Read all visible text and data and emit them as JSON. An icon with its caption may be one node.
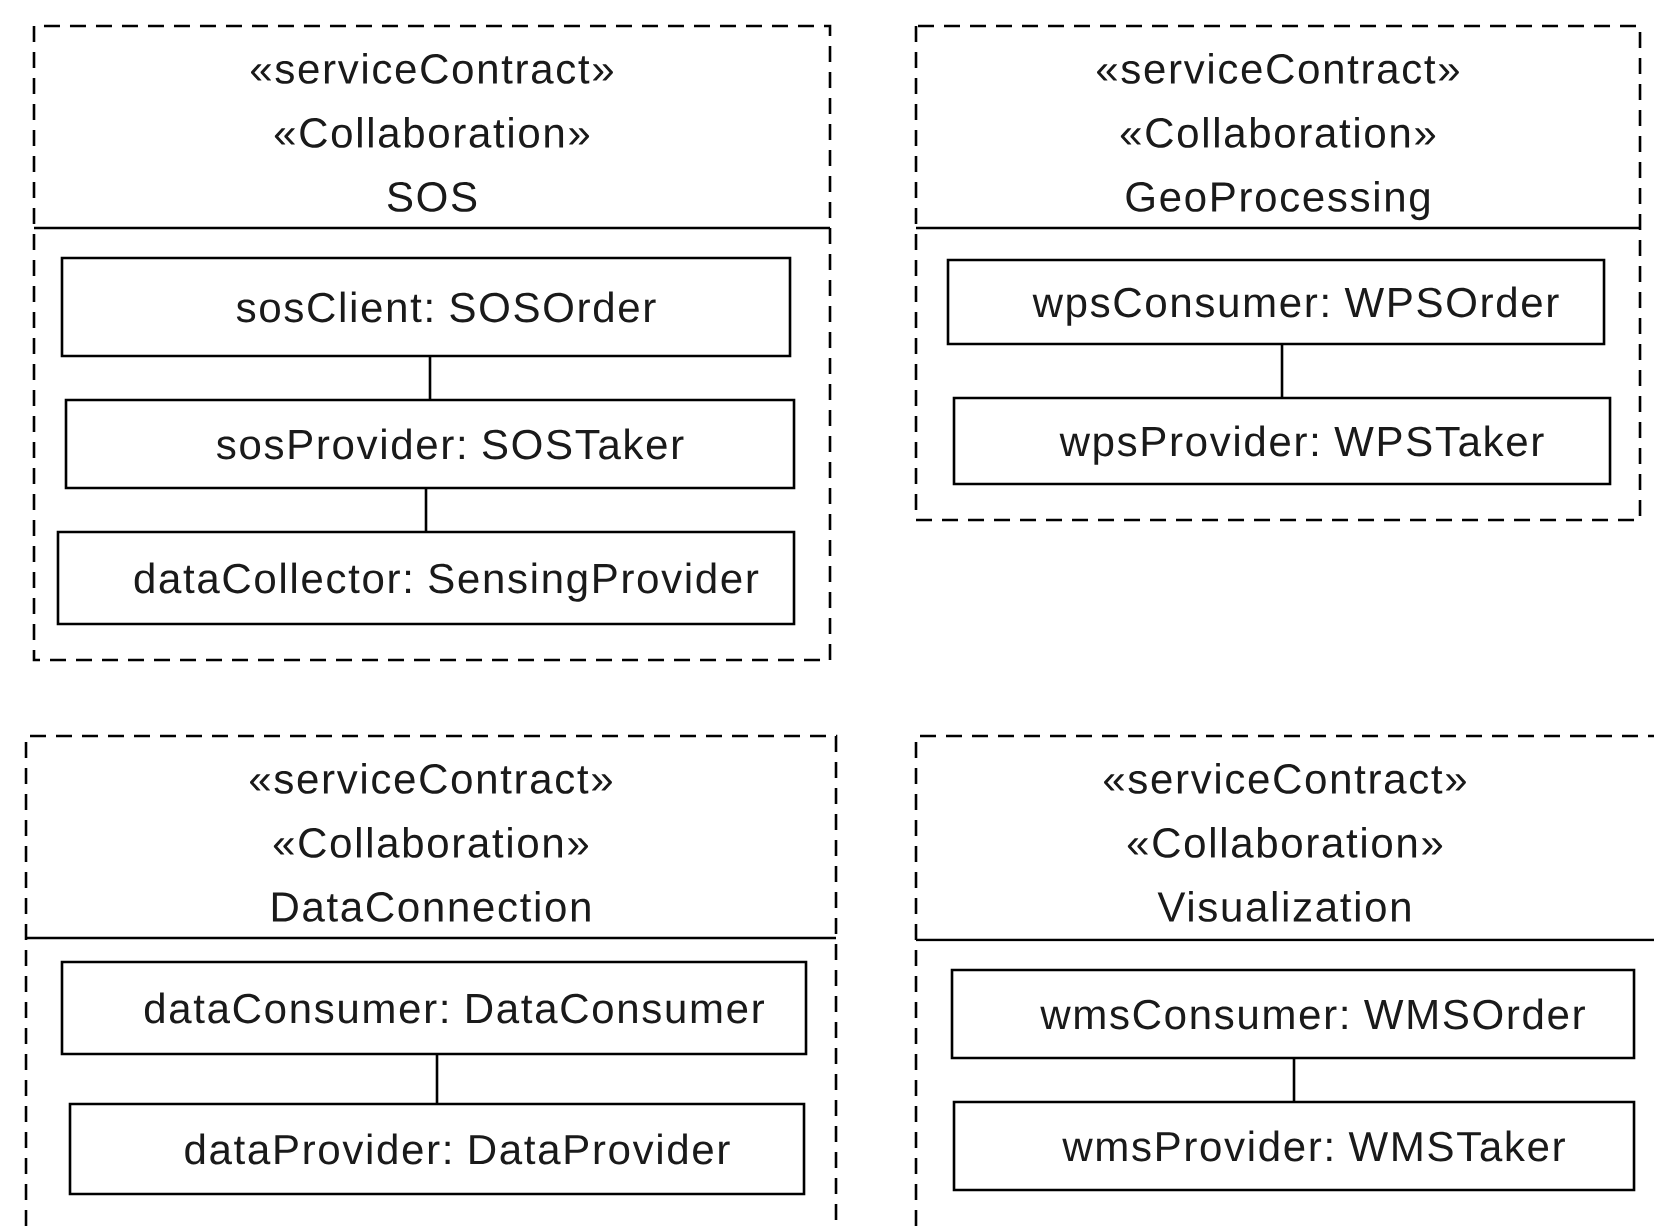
{
  "diagram": {
    "nodes": [
      {
        "text": [
          "«serviceContract»",
          "«Collaboration»",
          "SOS"
        ]
      },
      {
        "text": [
          "sosClient: SOSOrder"
        ],
        "in": 0
      },
      {
        "text": [
          "sosProvider: SOSTaker"
        ],
        "in": 0
      },
      {
        "text": [
          "dataCollector: SensingProvider"
        ],
        "in": 0
      },
      {
        "text": [
          "«serviceContract»",
          "«Collaboration»",
          "GeoProcessing"
        ]
      },
      {
        "text": [
          "wpsConsumer: WPSOrder"
        ],
        "in": 4
      },
      {
        "text": [
          "wpsProvider: WPSTaker"
        ],
        "in": 4
      },
      {
        "text": [
          "«serviceContract»",
          "«Collaboration»",
          "DataConnection"
        ]
      },
      {
        "text": [
          "dataConsumer: DataConsumer"
        ],
        "in": 7
      },
      {
        "text": [
          "dataProvider: DataProvider"
        ],
        "in": 7
      },
      {
        "text": [
          "«serviceContract»",
          "«Collaboration»",
          "Visualization"
        ]
      },
      {
        "text": [
          "wmsConsumer: WMSOrder"
        ],
        "in": 10
      },
      {
        "text": [
          "wmsProvider: WMSTaker"
        ],
        "in": 10
      }
    ],
    "edges": [
      {
        "from": 1,
        "to": 2,
        "arrow": "none"
      },
      {
        "from": 2,
        "to": 3,
        "arrow": "none"
      },
      {
        "from": 5,
        "to": 6,
        "arrow": "none"
      },
      {
        "from": 8,
        "to": 9,
        "arrow": "none"
      },
      {
        "from": 11,
        "to": 12,
        "arrow": "none"
      }
    ]
  }
}
